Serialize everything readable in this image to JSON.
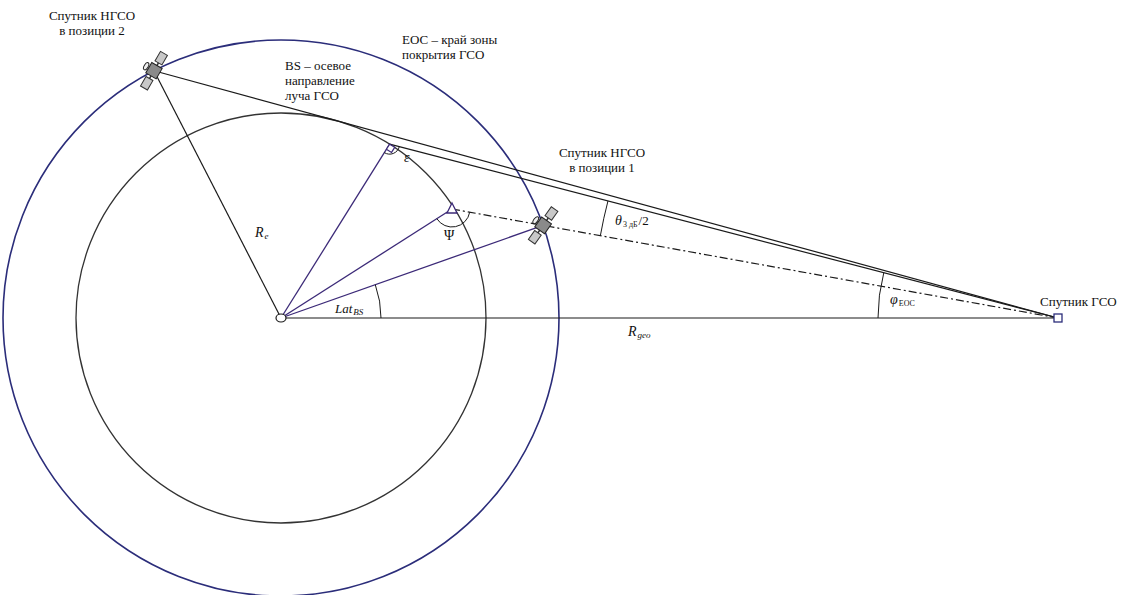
{
  "diagram": {
    "labels": [
      "Спутник НГСО в позиции 2",
      "ЕОС – край зоны покрытия ГСО",
      "BS – осевое направление луча ГСО",
      "Спутник НГСО в позиции 1",
      "Спутник ГСО",
      "R",
      "e",
      "ε",
      "Ψ",
      "Lat",
      "BS",
      "θ",
      "3 дБ",
      "/2",
      "R",
      "geo",
      "φ",
      "EOC"
    ]
  }
}
